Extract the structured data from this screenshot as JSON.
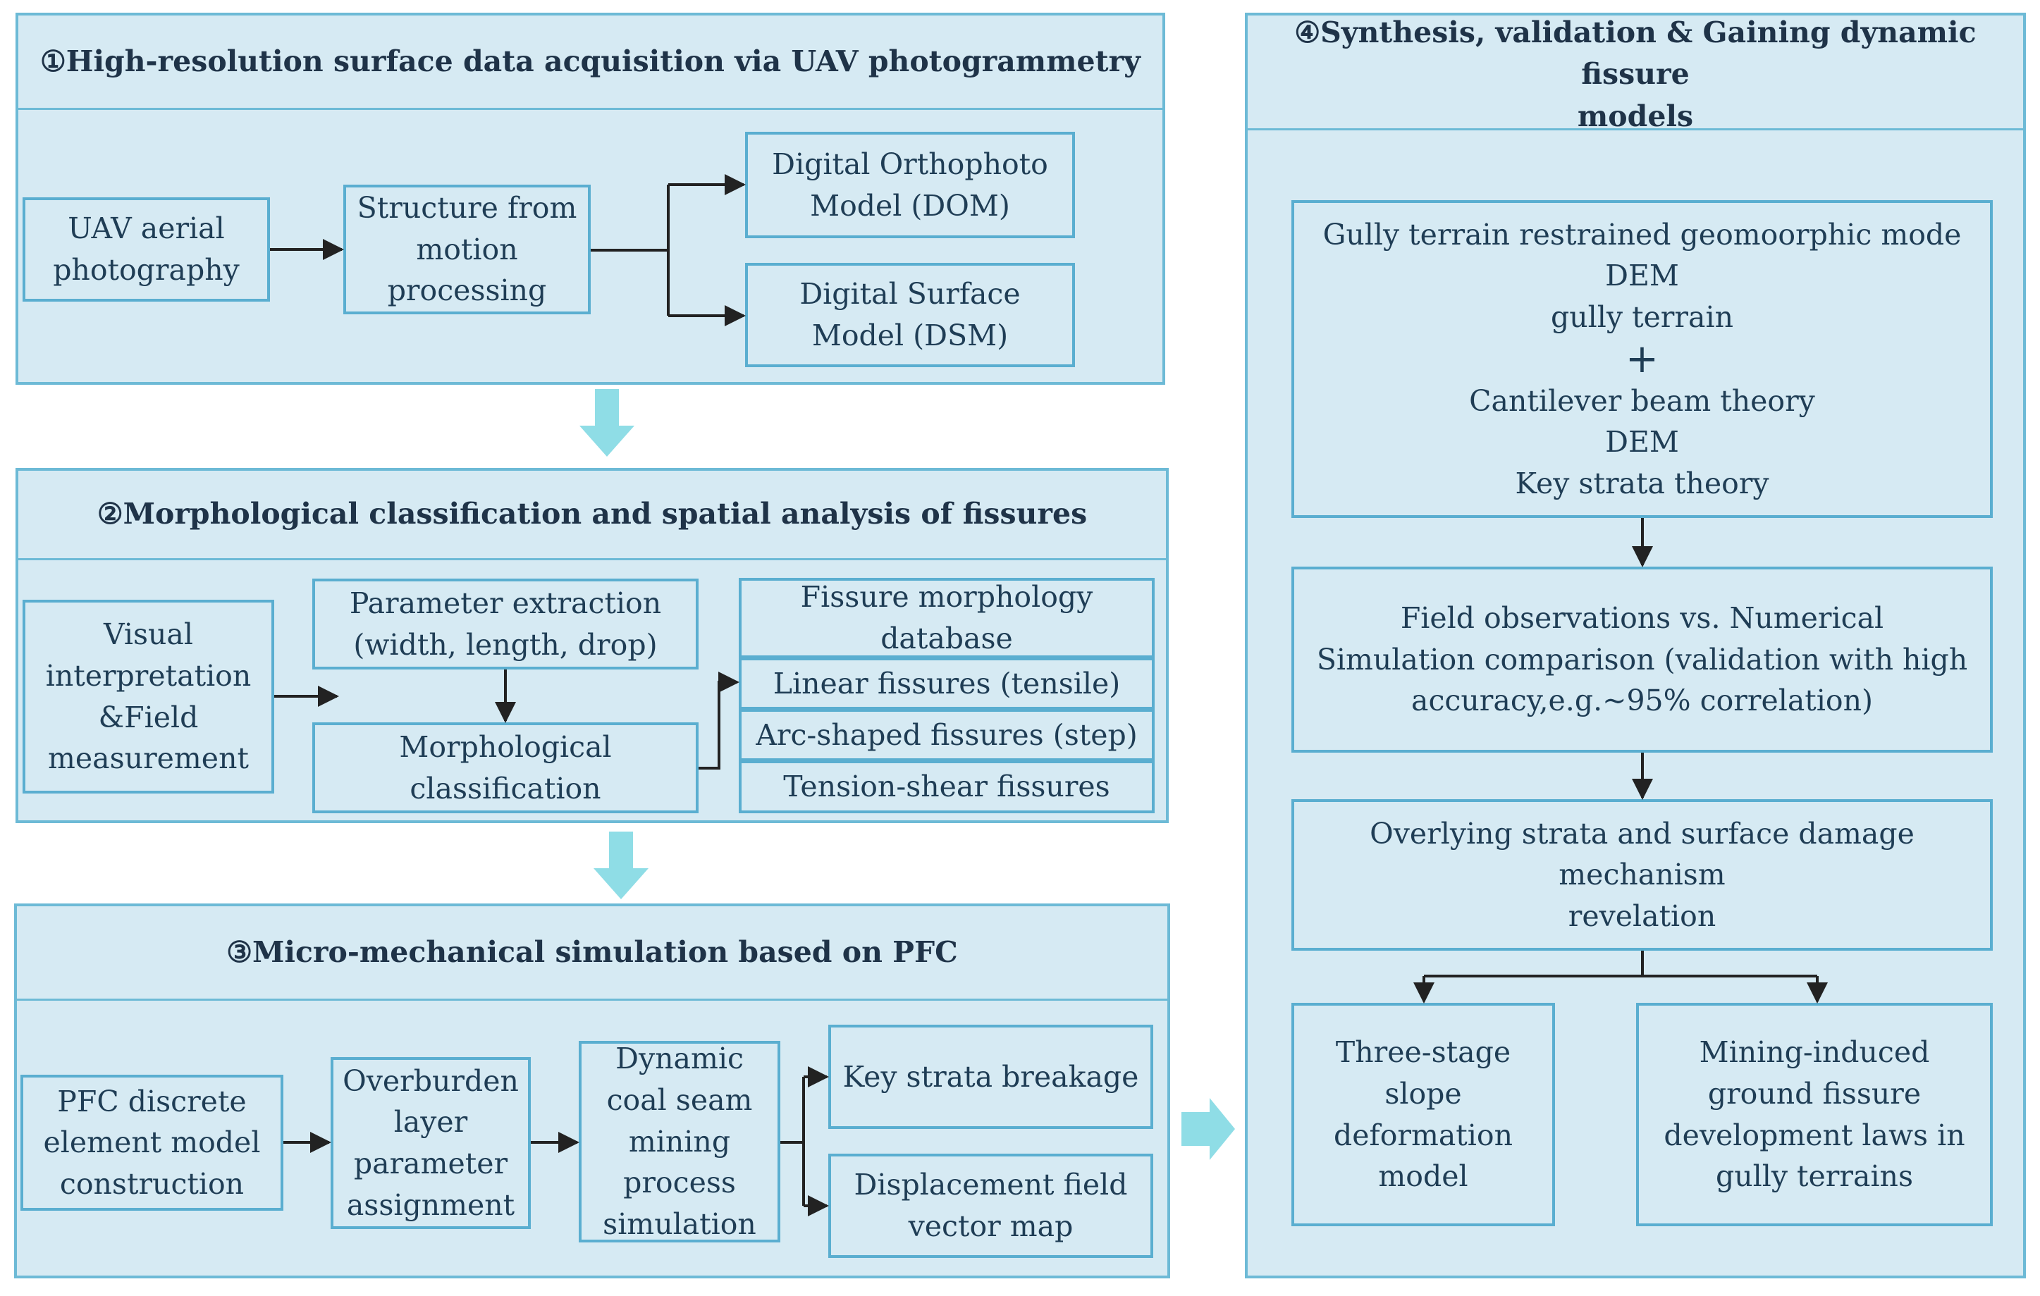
{
  "panel1": {
    "title": "①High-resolution surface data acquisition via UAV photogrammetry",
    "boxes": {
      "uav": "UAV aerial\nphotography",
      "sfm": "Structure from\nmotion\nprocessing",
      "dom": "Digital Orthophoto\nModel (DOM)",
      "dsm": "Digital Surface\nModel (DSM)"
    }
  },
  "panel2": {
    "title": "②Morphological classification and spatial analysis of fissures",
    "boxes": {
      "visual": "Visual\ninterpretation\n&Field\nmeasurement",
      "param": "Parameter extraction\n(width, length, drop)",
      "morph": "Morphological\nclassification",
      "db": "Fissure morphology\ndatabase",
      "linear": "Linear fissures (tensile)",
      "arc": "Arc-shaped fissures (step)",
      "tension": "Tension-shear fissures"
    }
  },
  "panel3": {
    "title": "③Micro-mechanical simulation based on PFC",
    "boxes": {
      "pfc": "PFC discrete\nelement model\nconstruction",
      "overburden": "Overburden\nlayer\nparameter\nassignment",
      "dynamic": "Dynamic\ncoal seam\nmining\nprocess\nsimulation",
      "keystrata": "Key strata breakage",
      "displacement": "Displacement field\nvector map"
    }
  },
  "panel4": {
    "title": "④Synthesis, validation & Gaining dynamic fissure\nmodels",
    "boxes": {
      "gully_line1": "Gully terrain restrained geomoorphic mode DEM\ngully terrain",
      "gully_plus": "+",
      "gully_line2": "Cantilever beam theory\nDEM\nKey strata theory",
      "field": "Field observations vs. Numerical\nSimulation comparison (validation with high\naccuracy,e.g.~95% correlation)",
      "overlying": "Overlying strata and surface damage mechanism\nrevelation",
      "threestage": "Three-stage\nslope\ndeformation\nmodel",
      "mining": "Mining-induced\nground fissure\ndevelopment laws in\ngully terrains"
    }
  },
  "colors": {
    "panel_fill": "#d6eaf3",
    "border": "#6dbad6",
    "text": "#1f3d55",
    "flow_arrow": "#8fdde6",
    "line": "#222222"
  }
}
